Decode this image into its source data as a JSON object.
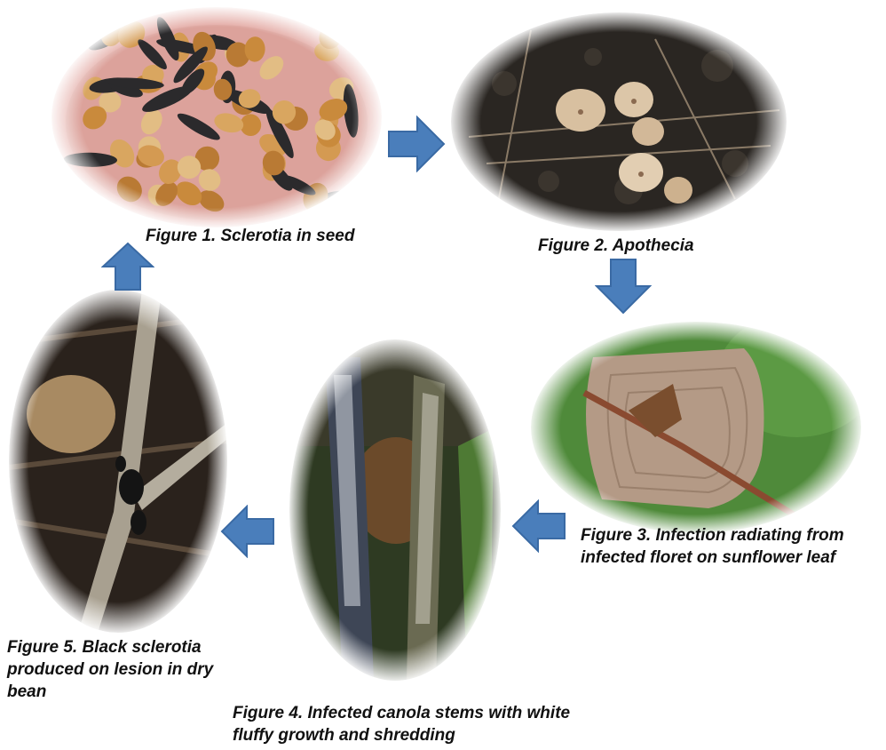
{
  "figures": [
    {
      "id": 1,
      "caption": "Figure 1. Sclerotia in seed"
    },
    {
      "id": 2,
      "caption": "Figure 2. Apothecia"
    },
    {
      "id": 3,
      "caption_line1": "Figure 3. Infection radiating from",
      "caption_line2": "infected floret on sunflower leaf"
    },
    {
      "id": 4,
      "caption_line1": "Figure 4. Infected canola stems with white",
      "caption_line2": "fluffy growth and shredding"
    },
    {
      "id": 5,
      "caption_line1": "Figure 5. Black sclerotia",
      "caption_line2": "produced on lesion in dry",
      "caption_line3": "bean"
    }
  ],
  "arrows": [
    {
      "from": 1,
      "to": 2,
      "direction": "right"
    },
    {
      "from": 2,
      "to": 3,
      "direction": "down"
    },
    {
      "from": 3,
      "to": 4,
      "direction": "left"
    },
    {
      "from": 4,
      "to": 5,
      "direction": "left"
    },
    {
      "from": 5,
      "to": 1,
      "direction": "up"
    }
  ],
  "colors": {
    "arrow_fill": "#4a7ebb",
    "arrow_stroke": "#3a6aa4",
    "caption_text": "#111111"
  }
}
